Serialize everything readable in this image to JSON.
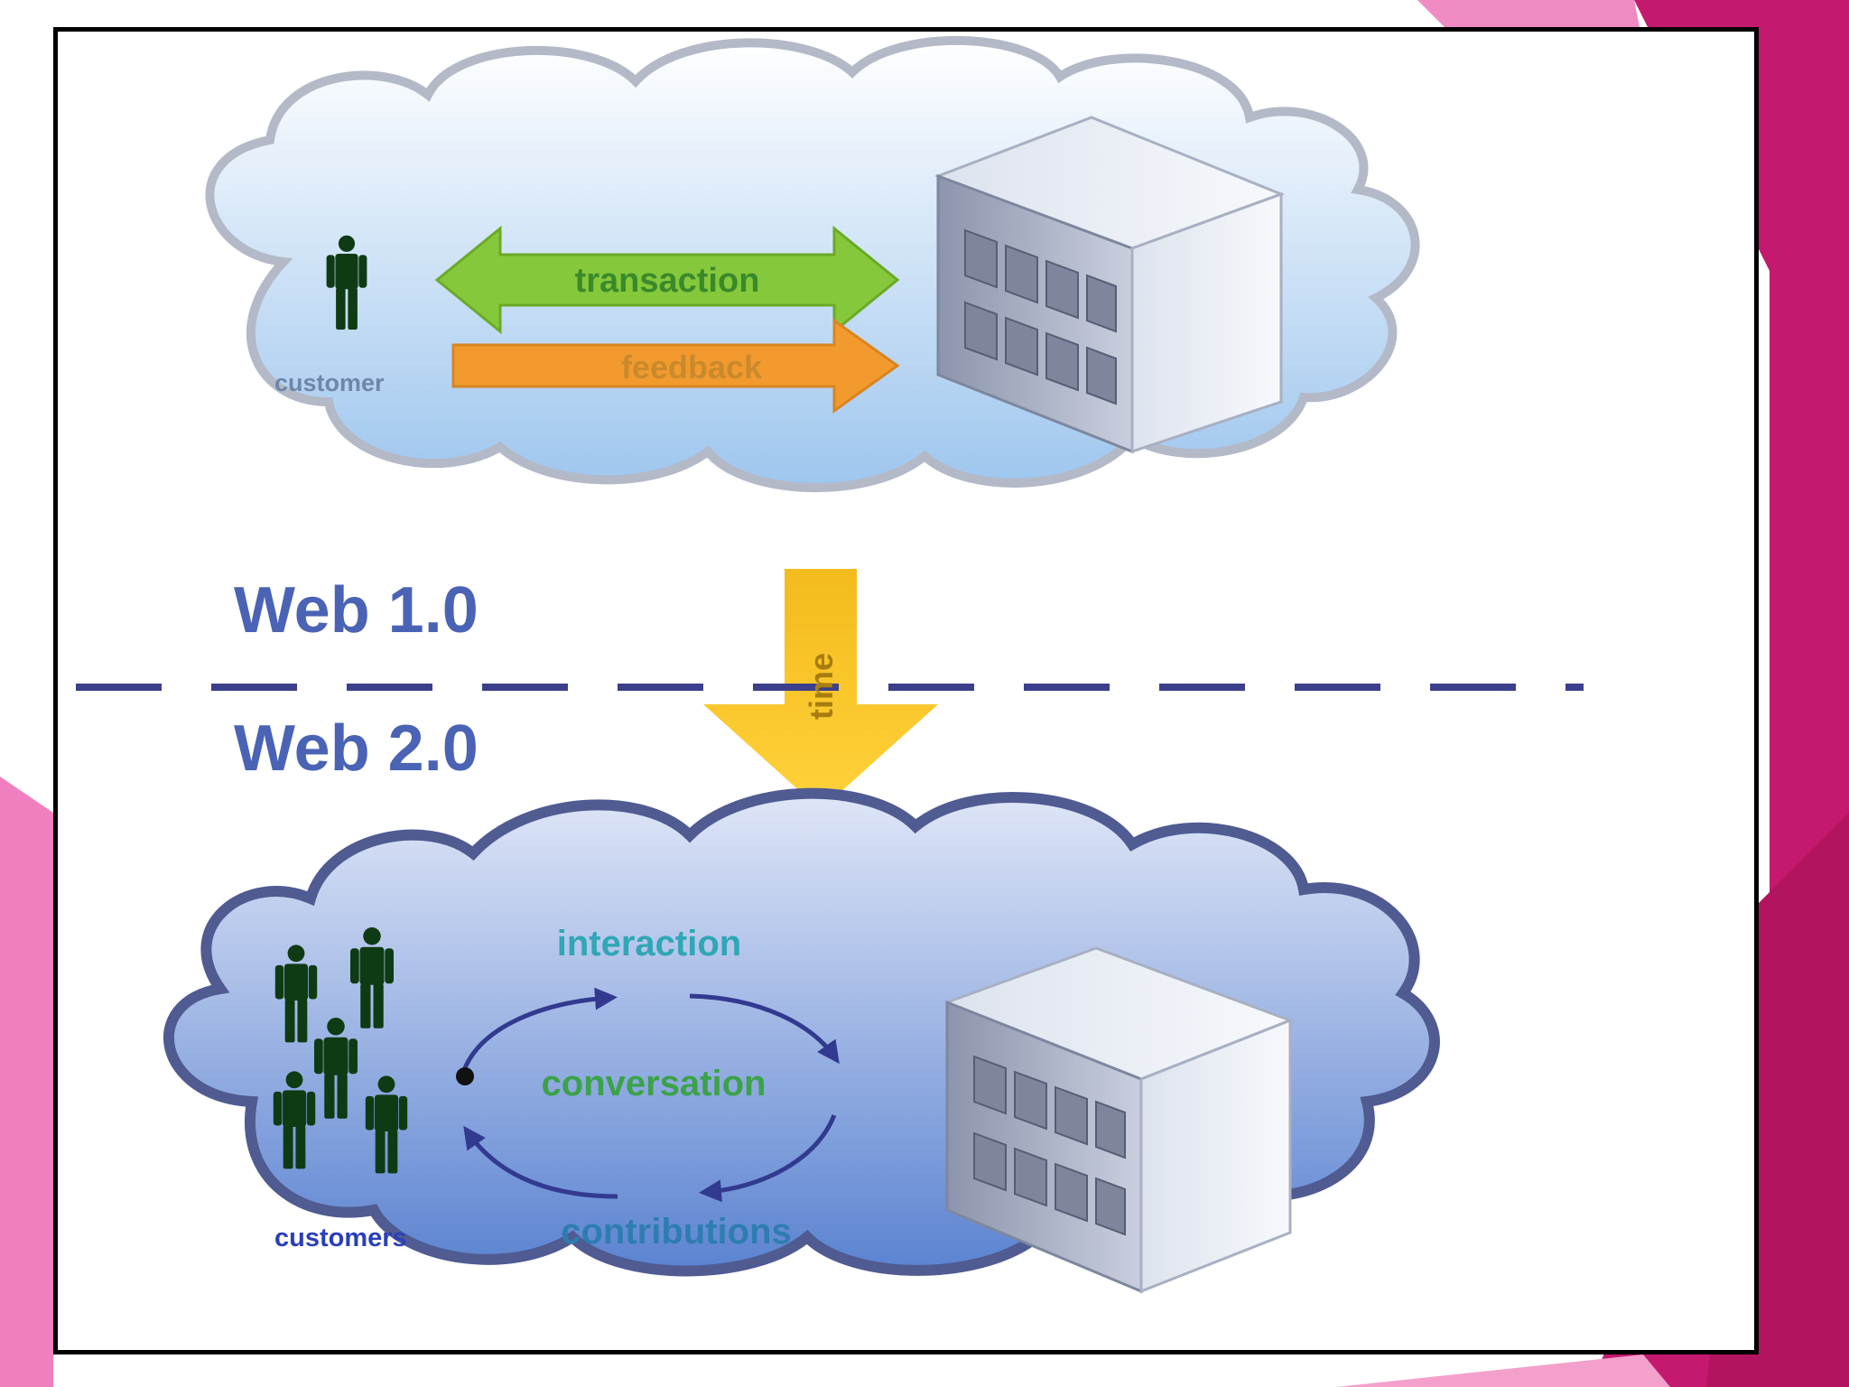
{
  "diagram": {
    "web1": {
      "label": "Web 1.0",
      "customer_label": "customer",
      "transaction_label": "transaction",
      "feedback_label": "feedback"
    },
    "divider": {
      "time_label": "time"
    },
    "web2": {
      "label": "Web 2.0",
      "customers_label": "customers",
      "interaction_label": "interaction",
      "conversation_label": "conversation",
      "contributions_label": "contributions"
    }
  },
  "colors": {
    "slide_accent": "#c0186f",
    "slide_accent_light": "#ef7ebd",
    "web_label": "#4a63b5",
    "divider_dash": "#3b3f8c",
    "transaction_arrow": "#86c83c",
    "feedback_arrow": "#f29a2e",
    "time_arrow": "#f7c51f",
    "person": "#0f3b14",
    "cycle_arrow": "#323a8f",
    "interaction_text": "#2fa7b5",
    "conversation_text": "#3ba24a",
    "contributions_text": "#2e7db0",
    "customers_text": "#2b3fb8"
  }
}
